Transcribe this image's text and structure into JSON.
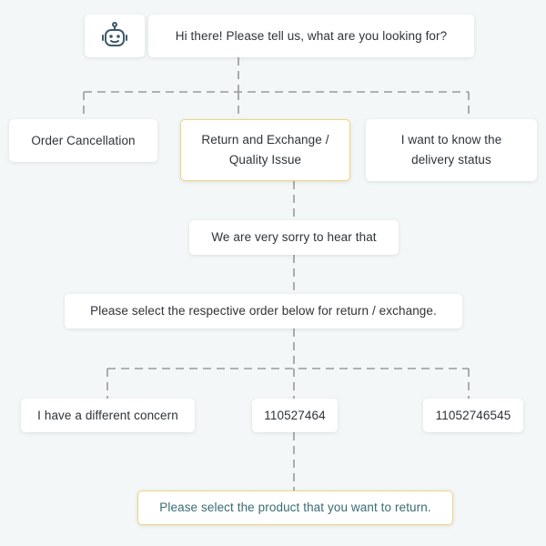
{
  "bot": {
    "icon": "robot-icon",
    "greeting": "Hi there! Please tell us, what are you looking for?"
  },
  "options_level1": [
    "Order Cancellation",
    "Return and Exchange / Quality Issue",
    "I want to know the delivery status"
  ],
  "reply_sorry": "We are very sorry to hear that",
  "prompt_select_order": "Please select the respective order below for return / exchange.",
  "options_level2": [
    "I have a different concern",
    "110527464",
    "11052746545"
  ],
  "prompt_select_product": "Please select the product that you want to return.",
  "colors": {
    "background": "#f4f7f8",
    "highlight_border": "#f2d57a",
    "connector": "#9a9a9a",
    "icon": "#3e5a6b",
    "teal_text": "#3a6b73"
  }
}
